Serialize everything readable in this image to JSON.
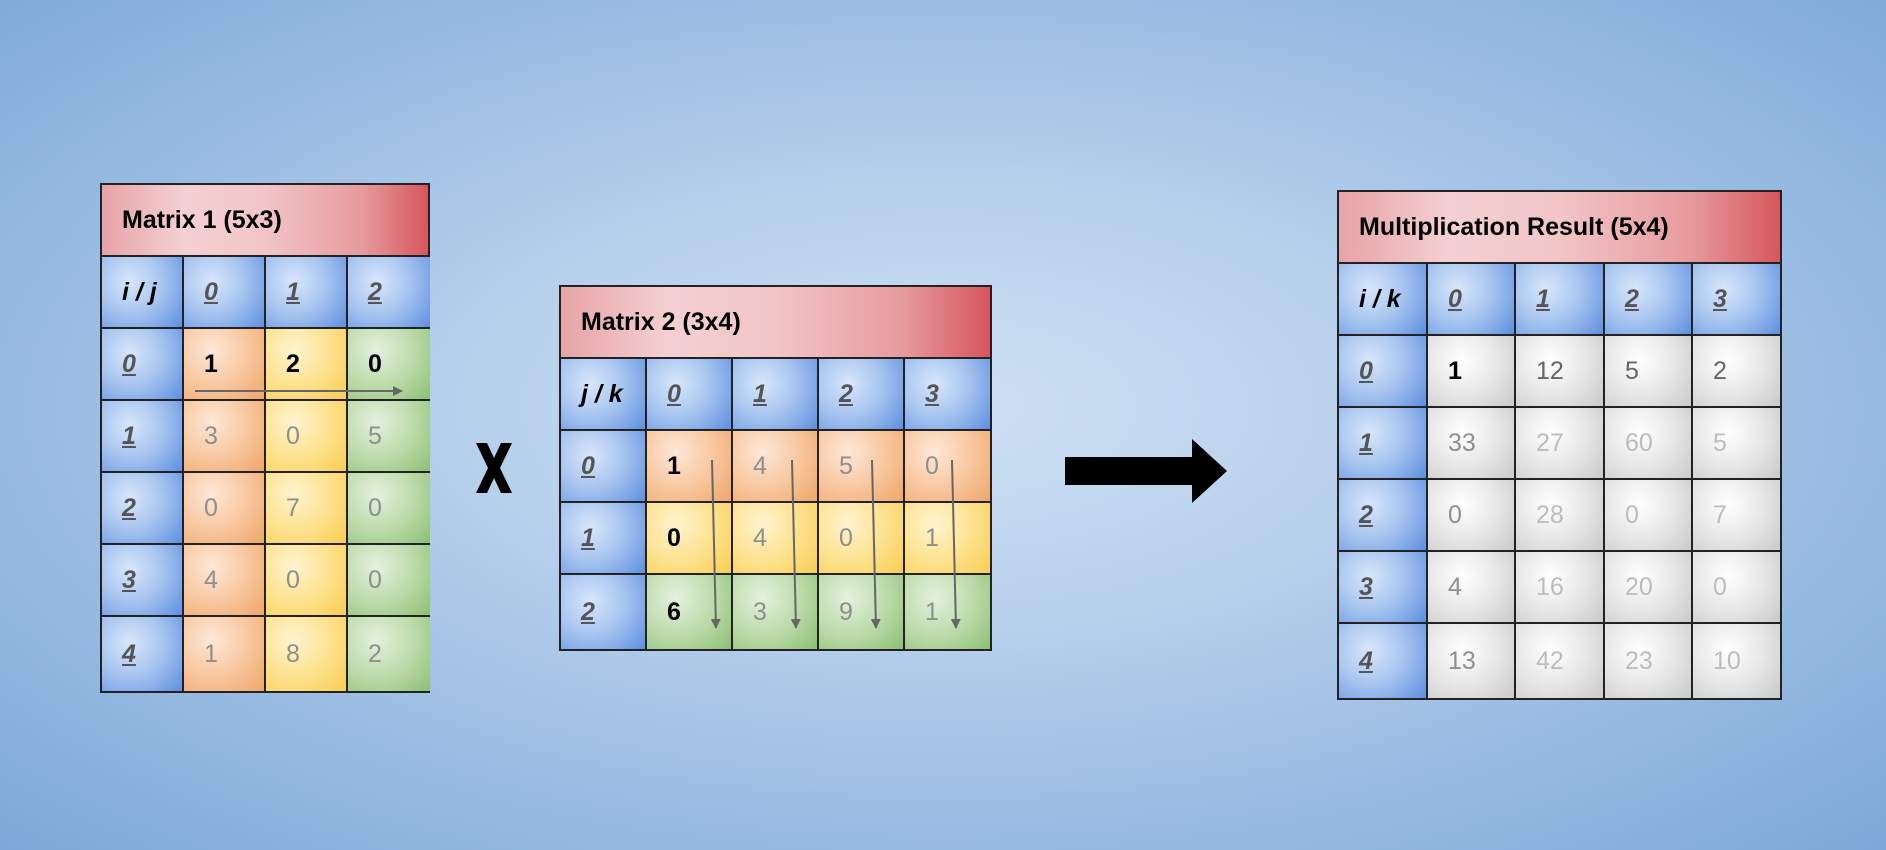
{
  "matrix1": {
    "title": "Matrix 1 (5x3)",
    "corner": "i / j",
    "col_headers": [
      "0",
      "1",
      "2"
    ],
    "row_headers": [
      "0",
      "1",
      "2",
      "3",
      "4"
    ],
    "rows": [
      [
        "1",
        "2",
        "0"
      ],
      [
        "3",
        "0",
        "5"
      ],
      [
        "0",
        "7",
        "0"
      ],
      [
        "4",
        "0",
        "0"
      ],
      [
        "1",
        "8",
        "2"
      ]
    ],
    "col_colors": [
      "orange",
      "yellow",
      "green"
    ]
  },
  "matrix2": {
    "title": "Matrix 2 (3x4)",
    "corner": "j / k",
    "col_headers": [
      "0",
      "1",
      "2",
      "3"
    ],
    "row_headers": [
      "0",
      "1",
      "2"
    ],
    "rows": [
      [
        "1",
        "4",
        "5",
        "0"
      ],
      [
        "0",
        "4",
        "0",
        "1"
      ],
      [
        "6",
        "3",
        "9",
        "1"
      ]
    ],
    "row_colors": [
      "orange",
      "yellow",
      "green"
    ]
  },
  "result": {
    "title": "Multiplication Result  (5x4)",
    "corner": "i / k",
    "col_headers": [
      "0",
      "1",
      "2",
      "3"
    ],
    "row_headers": [
      "0",
      "1",
      "2",
      "3",
      "4"
    ],
    "rows": [
      [
        "1",
        "12",
        "5",
        "2"
      ],
      [
        "33",
        "27",
        "60",
        "5"
      ],
      [
        "0",
        "28",
        "0",
        "7"
      ],
      [
        "4",
        "16",
        "20",
        "0"
      ],
      [
        "13",
        "42",
        "23",
        "10"
      ]
    ]
  },
  "operator_icon": "multiply-x-icon",
  "arrow_icon": "right-arrow-icon",
  "colors": {
    "title_red": "#d6565c",
    "header_blue": "#5f8fe0",
    "orange": "#eda66b",
    "yellow": "#f7cd52",
    "green": "#8cbf74",
    "gray": "#c9c9c9",
    "guide_arrow": "#666666"
  }
}
